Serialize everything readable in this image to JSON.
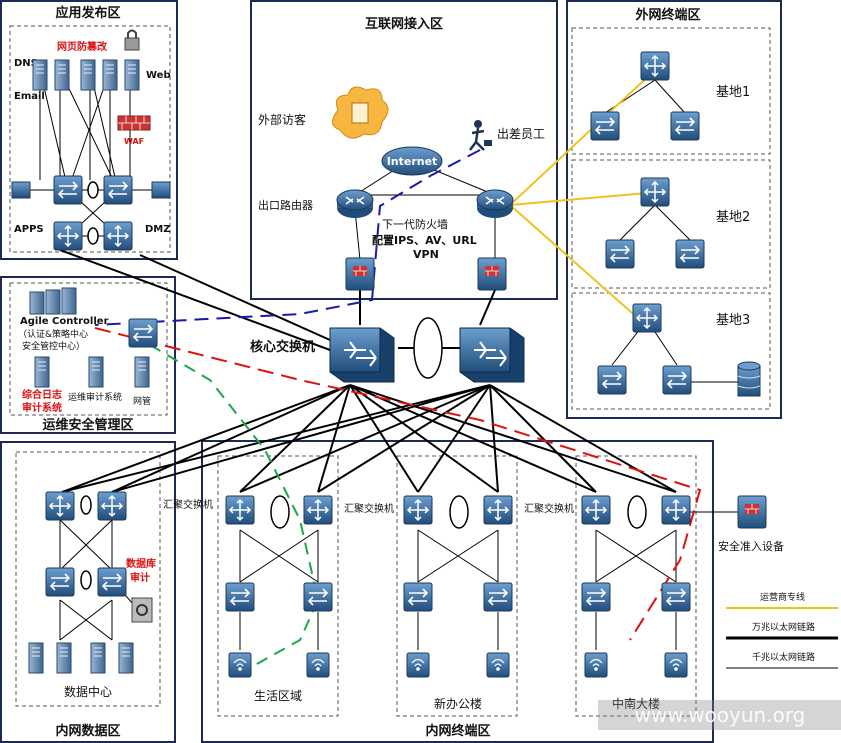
{
  "zones": {
    "app": "应用发布区",
    "internet": "互联网接入区",
    "extranet": "外网终端区",
    "ops": "运维安全管理区",
    "datacenter": "内网数据区",
    "intranet": "内网终端区"
  },
  "app_labels": {
    "tamper": "网页防篡改",
    "dns": "DNS",
    "email": "Email",
    "web": "Web",
    "waf": "WAF",
    "apps": "APPS",
    "dmz": "DMZ"
  },
  "internet_labels": {
    "visitor": "外部访客",
    "internet": "Internet",
    "traveler": "出差员工",
    "router": "出口路由器",
    "ngfw": "下一代防火墙",
    "ngfw_cfg": "配置IPS、AV、URL",
    "vpn": "VPN"
  },
  "base_labels": [
    "基地1",
    "基地2",
    "基地3"
  ],
  "ops_labels": {
    "agile": "Agile Controller",
    "agile_sub1": "（认证&策略中心",
    "agile_sub2": "安全管控中心）",
    "log1": "综合日志",
    "log2": "审计系统",
    "audit": "运维审计系统",
    "nms": "网管"
  },
  "core": "核心交换机",
  "agg": "汇聚交换机",
  "sites": [
    "生活区域",
    "新办公楼",
    "中南大楼"
  ],
  "dc_labels": {
    "db1": "数据库",
    "db2": "审计",
    "dc": "数据中心"
  },
  "nac": "安全准入设备",
  "legend": {
    "carrier": "运营商专线",
    "ten_g": "万兆以太网链路",
    "one_g": "千兆以太网链路"
  },
  "watermark": "www.wooyun.org",
  "colors": {
    "zone_border": "#1c2a55",
    "device": "#2c5d8a",
    "device_light": "#5a8fc0",
    "carrier_line": "#f2c21a",
    "vpn_path": "#1a1aa8",
    "audit_path": "#e01010",
    "green_path": "#1aa84a"
  }
}
